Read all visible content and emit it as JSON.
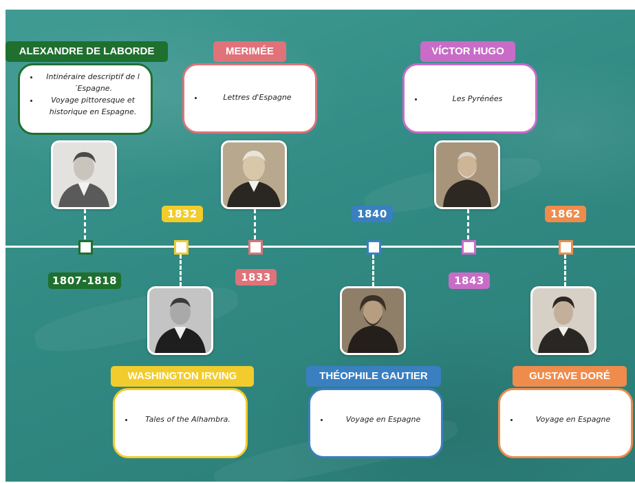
{
  "colors": {
    "green": "#1f6f2f",
    "pink": "#e0727a",
    "purple": "#c86cc8",
    "yellow": "#f2cc2c",
    "blue": "#3a7fc0",
    "orange": "#ef8c4c",
    "background": "#318a83"
  },
  "events": [
    {
      "name": "ALEXANDRE DE LABORDE",
      "year": "1807-1818",
      "works": [
        "Intinéraire descriptif de l ´Espagne.",
        "Voyage pittoresque et historique en Espagne."
      ],
      "icon": "portrait-icon"
    },
    {
      "name": "WASHINGTON IRVING",
      "year": "1832",
      "works": [
        "Tales of the Alhambra."
      ],
      "icon": "portrait-icon"
    },
    {
      "name": "MERIMÉE",
      "year": "1833",
      "works": [
        "Lettres d'Espagne"
      ],
      "icon": "portrait-icon"
    },
    {
      "name": "THÉOPHILE GAUTIER",
      "year": "1840",
      "works": [
        "Voyage en Espagne"
      ],
      "icon": "portrait-icon"
    },
    {
      "name": "VÍCTOR HUGO",
      "year": "1843",
      "works": [
        "Les Pyrénées"
      ],
      "icon": "portrait-icon"
    },
    {
      "name": "GUSTAVE DORÉ",
      "year": "1862",
      "works": [
        "Voyage en Espagne"
      ],
      "icon": "portrait-icon"
    }
  ]
}
